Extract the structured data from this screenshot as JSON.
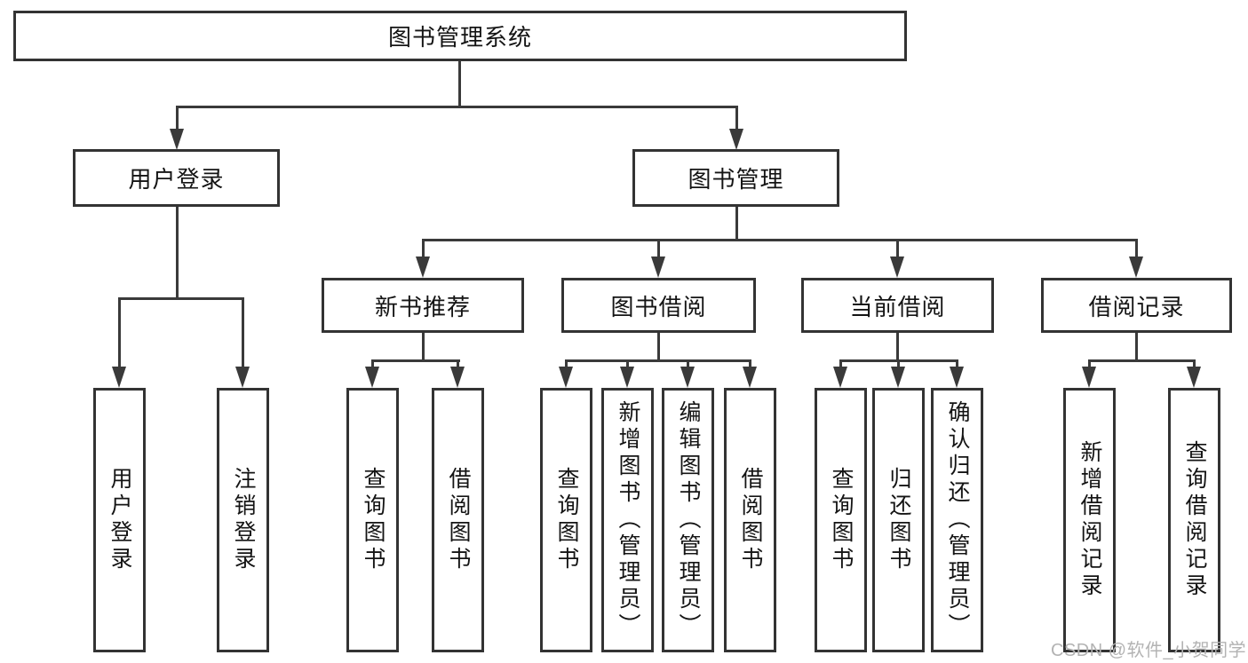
{
  "diagram": {
    "root": "图书管理系统",
    "level2": {
      "user_login": "用户登录",
      "book_management": "图书管理"
    },
    "level3": {
      "new_book_recommend": "新书推荐",
      "book_borrow": "图书借阅",
      "current_borrow": "当前借阅",
      "borrow_record": "借阅记录"
    },
    "leaves": {
      "user_login": "用户登录",
      "logout": "注销登录",
      "recommend_query_books": "查询图书",
      "recommend_borrow_books": "借阅图书",
      "borrow_query_books": "查询图书",
      "borrow_add_books_admin": "新增图书（管理员）",
      "borrow_edit_books_admin": "编辑图书（管理员）",
      "borrow_borrow_books": "借阅图书",
      "current_query_books": "查询图书",
      "current_return_books": "归还图书",
      "current_confirm_return_admin": "确认归还（管理员）",
      "record_add_borrow_record": "新增借阅记录",
      "record_query_borrow_record": "查询借阅记录"
    }
  },
  "watermark": {
    "text": "CSDN @软件_小贺同学"
  },
  "colors": {
    "line": "#3a3a3a",
    "border": "#333333",
    "text": "#141414",
    "wm": "#b3b3b3",
    "background": "#ffffff"
  }
}
